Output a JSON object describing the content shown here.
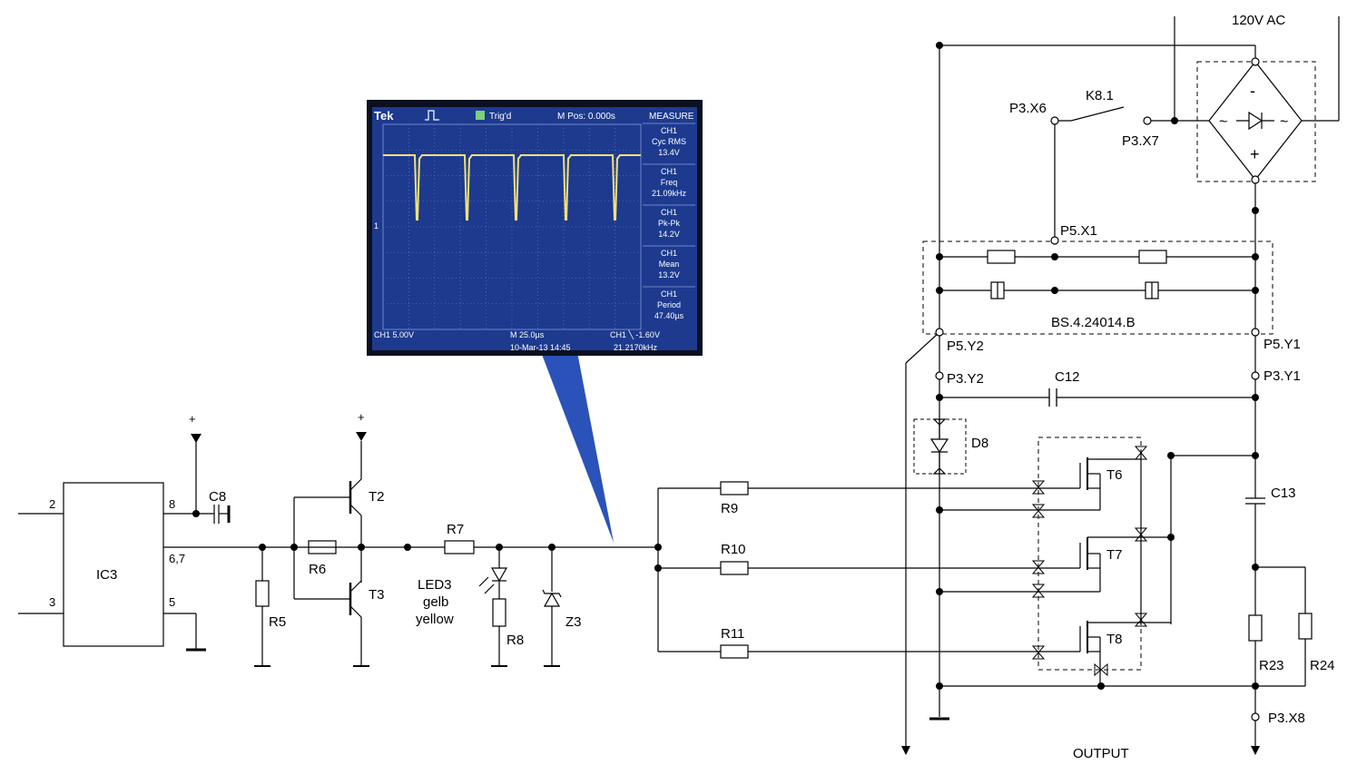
{
  "supply": {
    "label": "120V AC"
  },
  "relay": {
    "label": "K8.1",
    "pin_left": "P3.X6",
    "pin_right": "P3.X7"
  },
  "bridge": {
    "minus": "-",
    "plus": "+",
    "tilde": "~"
  },
  "module": {
    "name": "BS.4.24014.B",
    "pin_x1": "P5.X1",
    "pin_y1": "P5.Y1",
    "pin_y2": "P5.Y2"
  },
  "connectors": {
    "p3y1": "P3.Y1",
    "p3y2": "P3.Y2",
    "p3x8": "P3.X8"
  },
  "components": {
    "ic3": "IC3",
    "c8": "C8",
    "c12": "C12",
    "c13": "C13",
    "r5": "R5",
    "r6": "R6",
    "r7": "R7",
    "r8": "R8",
    "r9": "R9",
    "r10": "R10",
    "r11": "R11",
    "r23": "R23",
    "r24": "R24",
    "t2": "T2",
    "t3": "T3",
    "t6": "T6",
    "t7": "T7",
    "t8": "T8",
    "d8": "D8",
    "z3": "Z3",
    "led3": "LED3",
    "led3_de": "gelb",
    "led3_en": "yellow"
  },
  "ic_pins": {
    "p2": "2",
    "p3": "3",
    "p8": "8",
    "p67": "6,7",
    "p5": "5"
  },
  "vplus": "+",
  "output_label": "OUTPUT",
  "scope": {
    "brand": "Tek",
    "trigger": "Trig'd",
    "mpos": "M Pos: 0.000s",
    "ch_marker": "1",
    "menu_title": "MEASURE",
    "measurements": [
      {
        "ch": "CH1",
        "name": "Cyc RMS",
        "value": "13.4V"
      },
      {
        "ch": "CH1",
        "name": "Freq",
        "value": "21.09kHz"
      },
      {
        "ch": "CH1",
        "name": "Pk-Pk",
        "value": "14.2V"
      },
      {
        "ch": "CH1",
        "name": "Mean",
        "value": "13.2V"
      },
      {
        "ch": "CH1",
        "name": "Period",
        "value": "47.40µs"
      }
    ],
    "ch1_scale": "CH1  5.00V",
    "timebase": "M 25.0µs",
    "trig_level": "CH1 ╲ -1.60V",
    "date": "10-Mar-13 14:45",
    "trig_freq": "21.2170kHz",
    "colors": {
      "screen": "#1d3a8f",
      "trace": "#f2e27a",
      "frame": "#0b1020",
      "callout": "#2a52b8"
    }
  }
}
